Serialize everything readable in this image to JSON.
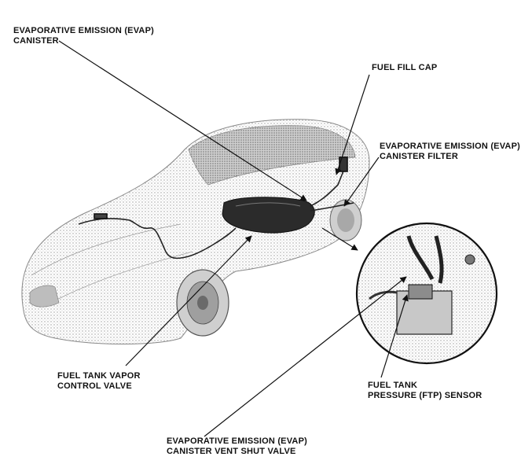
{
  "labels": {
    "evap_canister": {
      "line1": "EVAPORATIVE EMISSION (EVAP)",
      "line2": "CANISTER"
    },
    "fuel_fill_cap": {
      "line1": "FUEL FILL CAP"
    },
    "evap_canister_filter": {
      "line1": "EVAPORATIVE EMISSION (EVAP)",
      "line2": "CANISTER FILTER"
    },
    "fuel_tank_vapor_control_valve": {
      "line1": "FUEL TANK VAPOR",
      "line2": "CONTROL VALVE"
    },
    "ftp_sensor": {
      "line1": "FUEL TANK",
      "line2": "PRESSURE (FTP) SENSOR"
    },
    "evap_vent_shut_valve": {
      "line1": "EVAPORATIVE EMISSION (EVAP)",
      "line2": "CANISTER VENT SHUT VALVE"
    }
  },
  "colors": {
    "ink": "#111111",
    "body_shade": "#d9d9d9",
    "tank": "#2b2b2b"
  }
}
